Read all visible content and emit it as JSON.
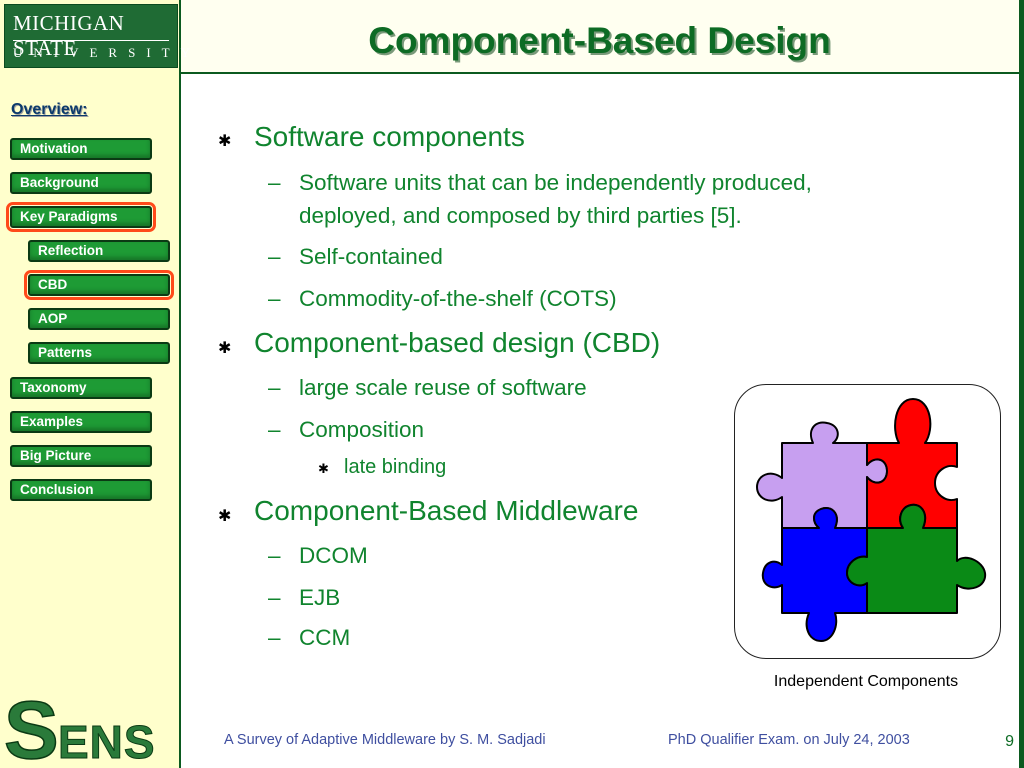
{
  "logo": {
    "line1": "MICHIGAN STATE",
    "line2": "UNIVERSITY"
  },
  "title": "Component-Based Design",
  "sidebar": {
    "heading": "Overview:",
    "items": [
      {
        "label": "Motivation",
        "active": false
      },
      {
        "label": "Background",
        "active": false
      },
      {
        "label": "Key Paradigms",
        "active": true
      },
      {
        "label": "Reflection",
        "active": false
      },
      {
        "label": "CBD",
        "active": true
      },
      {
        "label": "AOP",
        "active": false
      },
      {
        "label": "Patterns",
        "active": false
      },
      {
        "label": "Taxonomy",
        "active": false
      },
      {
        "label": "Examples",
        "active": false
      },
      {
        "label": "Big Picture",
        "active": false
      },
      {
        "label": "Conclusion",
        "active": false
      }
    ]
  },
  "content": {
    "b1": "Software components",
    "b1_1a": "Software units that can be independently produced,",
    "b1_1b": "deployed, and composed by third parties [5].",
    "b1_2": "Self-contained",
    "b1_3": "Commodity-of-the-shelf (COTS)",
    "b2": "Component-based design (CBD)",
    "b2_1": "large scale reuse of software",
    "b2_2": "Composition",
    "b2_2_1": "late binding",
    "b3": "Component-Based Middleware",
    "b3_1": "DCOM",
    "b3_2": "EJB",
    "b3_3": "CCM",
    "dash": "–",
    "star": "✱"
  },
  "figure": {
    "caption": "Independent Components",
    "colors": {
      "purple": "#c79ff0",
      "red": "#ff0000",
      "blue": "#0000ff",
      "green": "#0a8a16"
    }
  },
  "footer": {
    "left": "A Survey of Adaptive Middleware by S. M. Sadjadi",
    "right": "PhD Qualifier Exam. on  July 24, 2003",
    "page": "9",
    "sens": "SENS"
  },
  "colors": {
    "accent_green": "#10842e",
    "nav_green": "#1e9b35",
    "highlight": "#ff4a1a"
  }
}
